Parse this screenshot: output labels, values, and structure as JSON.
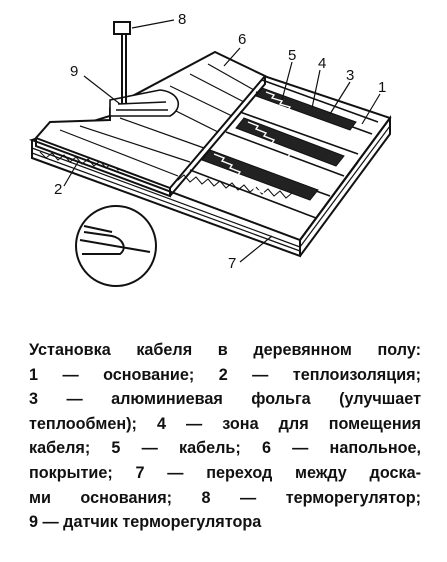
{
  "callouts": [
    {
      "id": "8",
      "text": "8"
    },
    {
      "id": "6",
      "text": "6"
    },
    {
      "id": "9",
      "text": "9"
    },
    {
      "id": "5",
      "text": "5"
    },
    {
      "id": "4",
      "text": "4"
    },
    {
      "id": "3",
      "text": "3"
    },
    {
      "id": "1",
      "text": "1"
    },
    {
      "id": "2",
      "text": "2"
    },
    {
      "id": "7",
      "text": "7"
    }
  ],
  "caption": {
    "lines": [
      "Установка кабеля в деревянном полу:",
      "1 — основание; 2 — теплоизоляция;",
      "3 — алюминиевая фольга (улучшает",
      "теплообмен); 4 — зона для помещения",
      "кабеля; 5 — кабель; 6 — напольное,",
      "покрытие; 7 — переход между доска-",
      "ми основания; 8 — терморегулятор;",
      "9 — датчик терморегулятора"
    ]
  }
}
